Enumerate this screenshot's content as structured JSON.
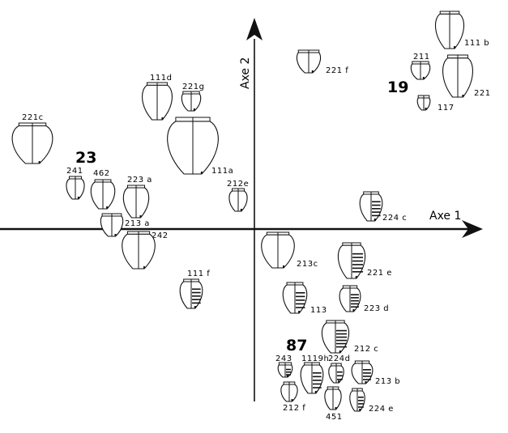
{
  "axes": {
    "x_label": "Axe 1",
    "y_label": "Axe 2"
  },
  "groups": [
    "23",
    "19",
    "87"
  ],
  "vessels": [
    {
      "code": "111 b"
    },
    {
      "code": "211"
    },
    {
      "code": "221"
    },
    {
      "code": "117"
    },
    {
      "code": "221 f"
    },
    {
      "code": "111d"
    },
    {
      "code": "221g"
    },
    {
      "code": "111a"
    },
    {
      "code": "221c"
    },
    {
      "code": "241"
    },
    {
      "code": "462"
    },
    {
      "code": "223 a"
    },
    {
      "code": "212e"
    },
    {
      "code": "213 a"
    },
    {
      "code": "242"
    },
    {
      "code": "111 f"
    },
    {
      "code": "224 c"
    },
    {
      "code": "213c"
    },
    {
      "code": "221 e"
    },
    {
      "code": "113"
    },
    {
      "code": "223 d"
    },
    {
      "code": "212 c"
    },
    {
      "code": "243"
    },
    {
      "code": "1119h"
    },
    {
      "code": "224d"
    },
    {
      "code": "213 b"
    },
    {
      "code": "212 f"
    },
    {
      "code": "451"
    },
    {
      "code": "224 e"
    }
  ]
}
